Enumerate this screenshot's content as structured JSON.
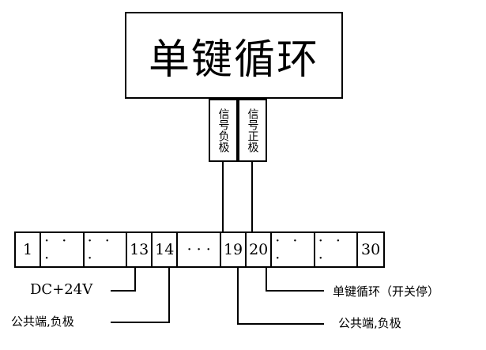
{
  "diagram": {
    "title_box": {
      "label": "单键循环"
    },
    "signal_boxes": [
      {
        "name": "signal-negative",
        "label": "信号负极"
      },
      {
        "name": "signal-positive",
        "label": "信号正极"
      }
    ],
    "terminal_strip": {
      "cells": [
        {
          "type": "number",
          "label": "1"
        },
        {
          "type": "dots",
          "label": "· · ·"
        },
        {
          "type": "dots",
          "label": "· · ·"
        },
        {
          "type": "number",
          "label": "13"
        },
        {
          "type": "number",
          "label": "14"
        },
        {
          "type": "dots",
          "label": "· · ·"
        },
        {
          "type": "number",
          "label": "19"
        },
        {
          "type": "number",
          "label": "20"
        },
        {
          "type": "dots",
          "label": "· · ·"
        },
        {
          "type": "dots",
          "label": "· · ·"
        },
        {
          "type": "number",
          "label": "30"
        }
      ]
    },
    "annotations": [
      {
        "name": "dc-24v-label",
        "label": "DC+24V",
        "terminal": "13"
      },
      {
        "name": "common-negative-left-label",
        "label": "公共端,负极",
        "terminal": "14"
      },
      {
        "name": "single-key-cycle-label",
        "label": "单键循环（开关停）",
        "terminal": "20"
      },
      {
        "name": "common-negative-right-label",
        "label": "公共端,负极",
        "terminal": "19"
      }
    ]
  },
  "colors": {
    "line": "#000000",
    "background": "#ffffff"
  }
}
